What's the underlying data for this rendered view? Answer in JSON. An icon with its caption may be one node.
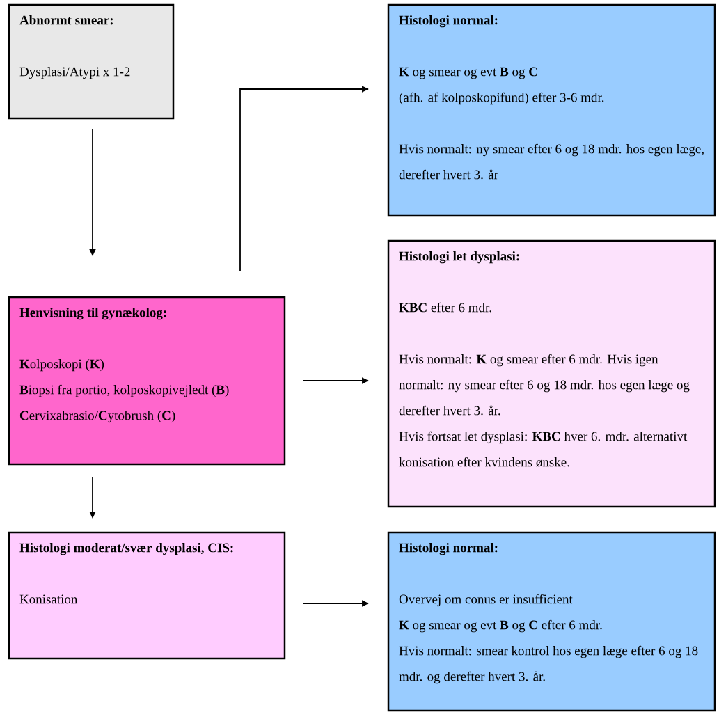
{
  "diagram": {
    "nodes": [
      {
        "text": [
          "Abnormt smear:",
          "Dysplasi/Atypi x 1-2"
        ]
      },
      {
        "text": [
          "Histologi normal:",
          "**K** og smear og evt  **B** og **C**",
          "(afh. af kolposkopifund) efter 3-6 mdr.",
          "Hvis normalt: ny smear efter 6 og 18 mdr. hos egen læge, derefter hvert 3. år"
        ]
      },
      {
        "text": [
          "Histologi let dysplasi:",
          "**KBC** efter 6 mdr.",
          "Hvis normalt: **K** og smear efter 6 mdr. Hvis igen normalt: ny smear efter 6 og 18 mdr. hos egen læge og derefter hvert 3. år.",
          "Hvis fortsat let dysplasi: **KBC** hver 6. mdr. alternativt konisation efter kvindens ønske."
        ]
      },
      {
        "text": [
          "Henvisning til gynækolog:",
          "**K**olposkopi (**K**)",
          "**B**iopsi fra portio, kolposkopivejledt (**B**)",
          "**C**ervixabrasio/**C**ytobrush  (**C**)"
        ]
      },
      {
        "text": [
          "Histologi moderat/svær dysplasi, CIS:",
          "Konisation"
        ]
      },
      {
        "text": [
          "Histologi normal:",
          "Overvej om conus er insufficient",
          "**K** og smear og evt  **B** og **C** efter 6 mdr.",
          "Hvis normalt: smear kontrol hos egen læge efter 6 og 18 mdr. og derefter hvert 3. år."
        ]
      }
    ],
    "edges": [
      {
        "from": 0,
        "to": 3,
        "arrow": "to"
      },
      {
        "from": 3,
        "to": 1,
        "arrow": "to"
      },
      {
        "from": 3,
        "to": 2,
        "arrow": "to"
      },
      {
        "from": 3,
        "to": 4,
        "arrow": "to"
      },
      {
        "from": 4,
        "to": 5,
        "arrow": "to"
      }
    ]
  }
}
